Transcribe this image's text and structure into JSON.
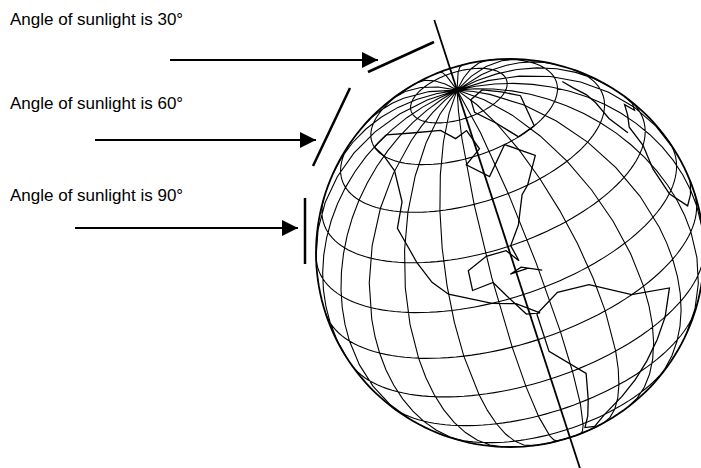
{
  "diagram": {
    "labels": [
      "Angle of sunlight is 30°",
      "Angle of sunlight is 60°",
      "Angle of sunlight is 90°"
    ]
  }
}
